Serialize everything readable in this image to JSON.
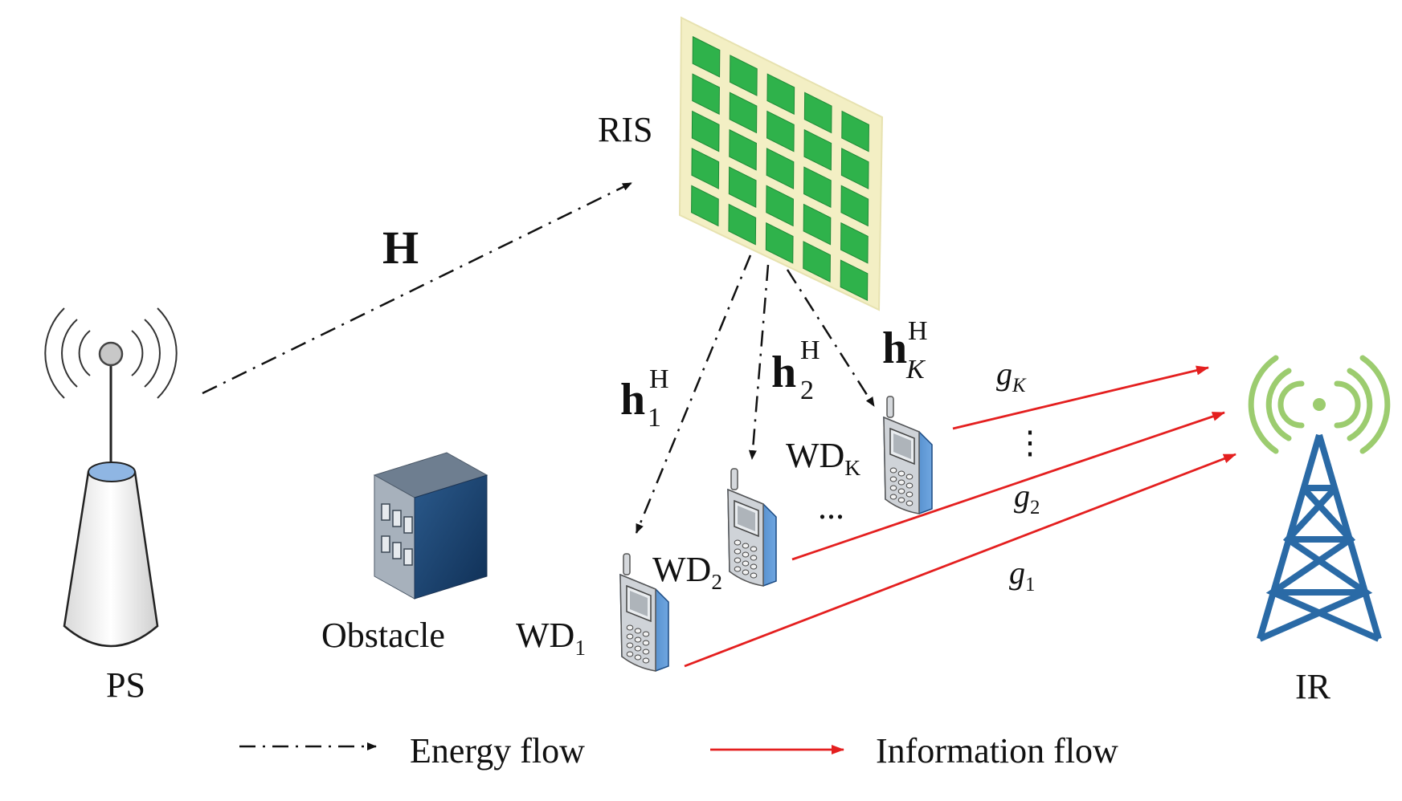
{
  "nodes": {
    "ris": "RIS",
    "ps": "PS",
    "ir": "IR",
    "obstacle": "Obstacle",
    "wd1": {
      "base": "WD",
      "sub": "1"
    },
    "wd2": {
      "base": "WD",
      "sub": "2"
    },
    "wdk": {
      "base": "WD",
      "sub": "K"
    },
    "dots_devices": "..."
  },
  "channels": {
    "H": "H",
    "h1": {
      "base": "h",
      "sub": "1",
      "sup": "H"
    },
    "h2": {
      "base": "h",
      "sub": "2",
      "sup": "H"
    },
    "hK": {
      "base": "h",
      "sub": "K",
      "sup": "H"
    },
    "gK": {
      "base": "g",
      "sub": "K"
    },
    "g2": {
      "base": "g",
      "sub": "2"
    },
    "g1": {
      "base": "g",
      "sub": "1"
    },
    "vdots": "⋮"
  },
  "legend": {
    "energy": "Energy flow",
    "information": "Information flow"
  },
  "colors": {
    "information_arrow": "#e41f1f",
    "ris_tile": "#2fb24b",
    "ris_frame": "#f4efc8",
    "ir_tower": "#2a6aa6",
    "ir_waves": "#9ccc6f",
    "phone_body": "#c9cdd3",
    "phone_side": "#2e6fb8",
    "building_front": "#9aa6b2",
    "building_side": "#2f5f8f"
  }
}
